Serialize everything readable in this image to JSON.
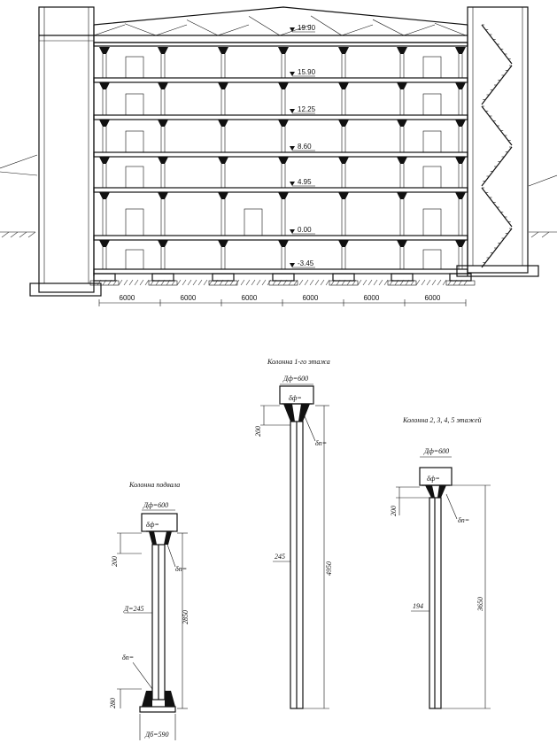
{
  "section": {
    "levels": [
      "19.90",
      "15.90",
      "12.25",
      "8.60",
      "4.95",
      "0.00",
      "-3.45"
    ],
    "bays": [
      "6000",
      "6000",
      "6000",
      "6000",
      "6000",
      "6000"
    ]
  },
  "columns": [
    {
      "key": "basement",
      "title": "Колонна подвала",
      "head_label": "Дф=600",
      "plate_label": "δф=",
      "rib_label": "δп=",
      "shaft_label": "Д=245",
      "height_label": "2850",
      "cap_dim": "200",
      "base_dim": "280",
      "base_rib_label": "δп=",
      "base_label": "Дб=590"
    },
    {
      "key": "floor1",
      "title": "Колонна 1-го этажа",
      "head_label": "Дф=600",
      "plate_label": "δф=",
      "rib_label": "δп=",
      "shaft_label": "245",
      "height_label": "4950",
      "cap_dim": "200"
    },
    {
      "key": "floors2_5",
      "title": "Колонна 2, 3, 4, 5 этажей",
      "head_label": "Дф=600",
      "plate_label": "δф=",
      "rib_label": "δп=",
      "shaft_label": "194",
      "height_label": "3650",
      "cap_dim": "200"
    }
  ]
}
